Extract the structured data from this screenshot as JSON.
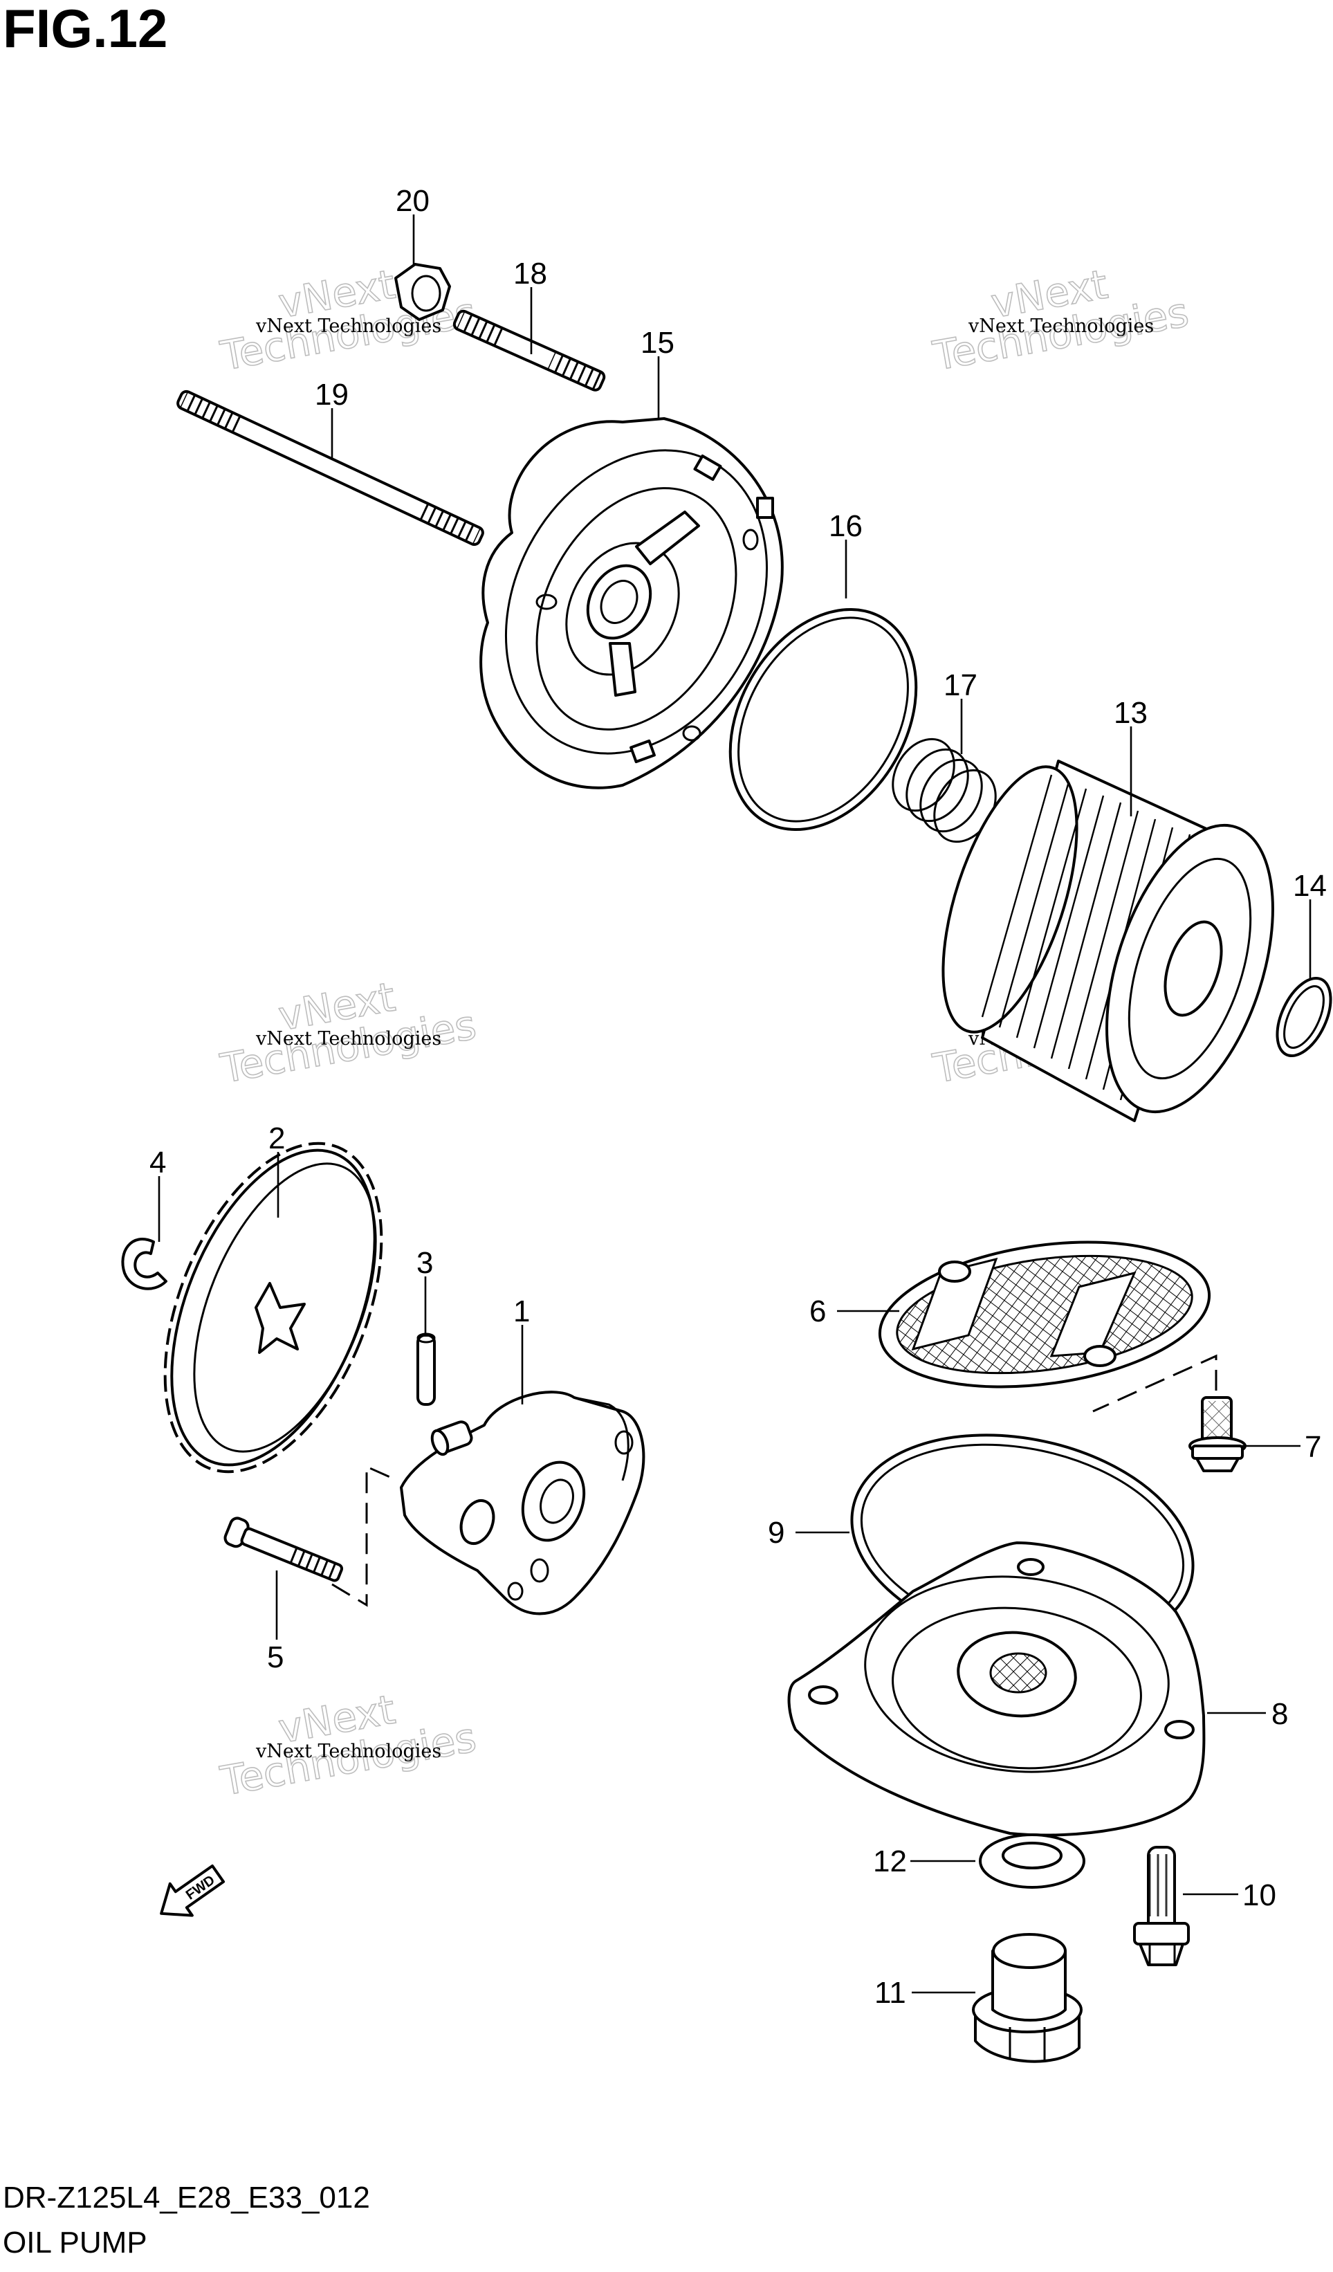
{
  "figure": {
    "title": "FIG.12",
    "model_code": "DR-Z125L4_E28_E33_012",
    "section": "OIL PUMP"
  },
  "fwd_label": "FWD",
  "watermark": {
    "line1": "vNext Technologies",
    "line2": "vNext",
    "line3": "Technologies"
  },
  "callouts": [
    {
      "id": "1",
      "label": "1",
      "part": "oil pump"
    },
    {
      "id": "2",
      "label": "2",
      "part": "driven gear"
    },
    {
      "id": "3",
      "label": "3",
      "part": "pin"
    },
    {
      "id": "4",
      "label": "4",
      "part": "circlip"
    },
    {
      "id": "5",
      "label": "5",
      "part": "bolt"
    },
    {
      "id": "6",
      "label": "6",
      "part": "strainer"
    },
    {
      "id": "7",
      "label": "7",
      "part": "bolt"
    },
    {
      "id": "8",
      "label": "8",
      "part": "strainer cap"
    },
    {
      "id": "9",
      "label": "9",
      "part": "o-ring"
    },
    {
      "id": "10",
      "label": "10",
      "part": "bolt"
    },
    {
      "id": "11",
      "label": "11",
      "part": "drain plug"
    },
    {
      "id": "12",
      "label": "12",
      "part": "gasket"
    },
    {
      "id": "13",
      "label": "13",
      "part": "oil filter"
    },
    {
      "id": "14",
      "label": "14",
      "part": "o-ring"
    },
    {
      "id": "15",
      "label": "15",
      "part": "filter cap"
    },
    {
      "id": "16",
      "label": "16",
      "part": "o-ring"
    },
    {
      "id": "17",
      "label": "17",
      "part": "spring"
    },
    {
      "id": "18",
      "label": "18",
      "part": "stud"
    },
    {
      "id": "19",
      "label": "19",
      "part": "stud"
    },
    {
      "id": "20",
      "label": "20",
      "part": "nut"
    }
  ]
}
